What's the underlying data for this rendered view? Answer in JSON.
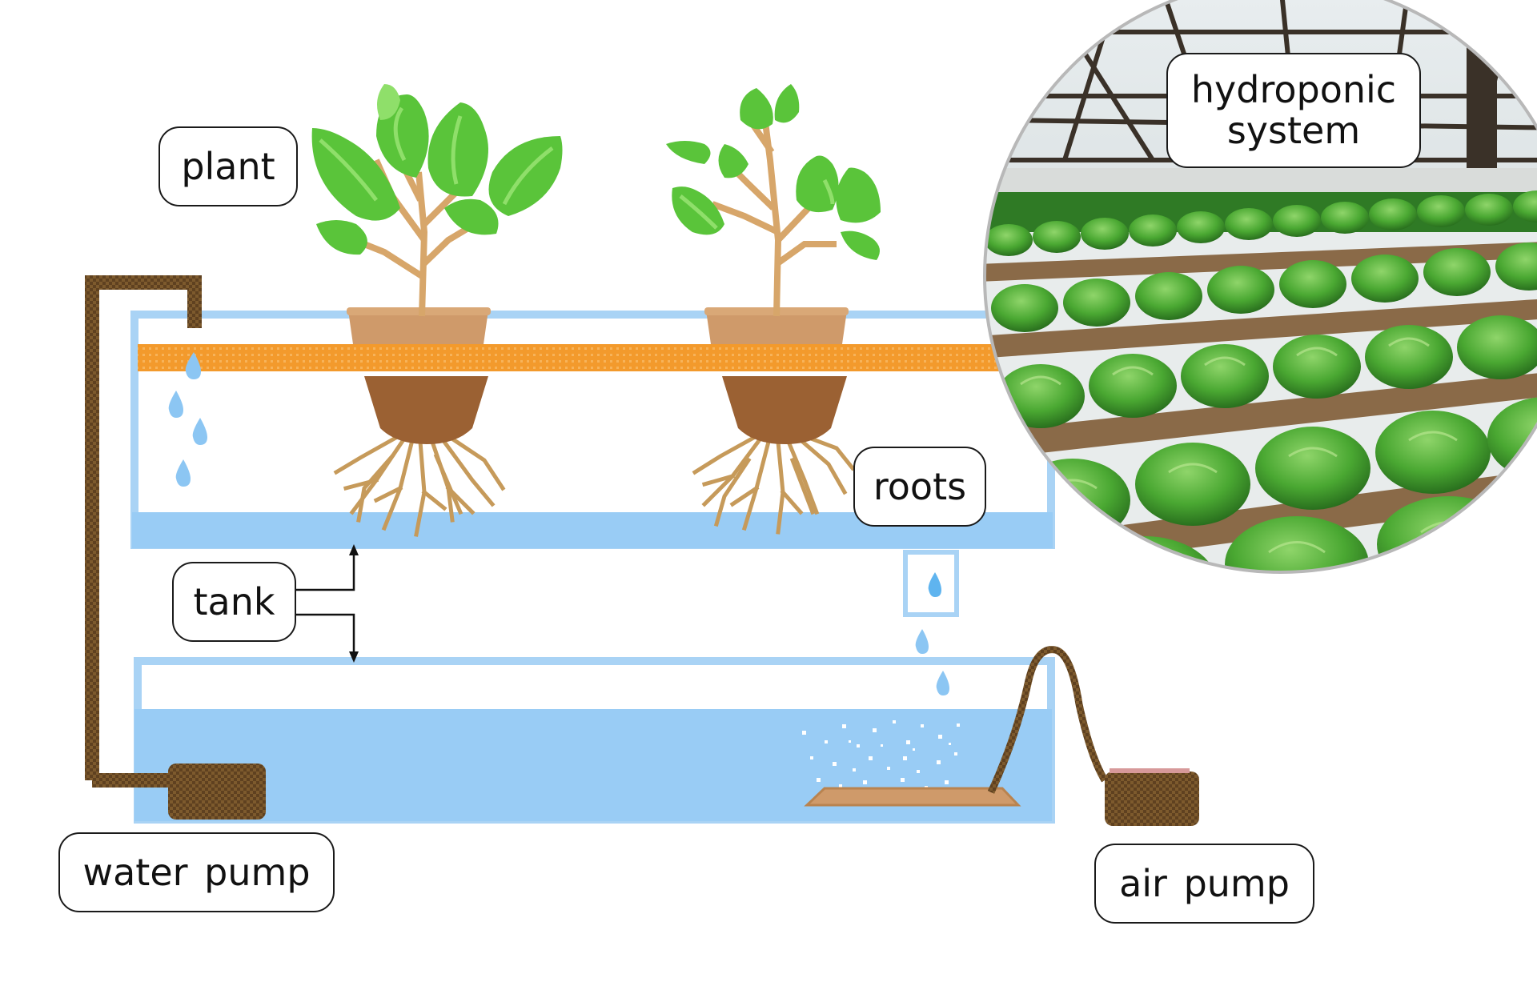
{
  "labels": {
    "plant": "plant",
    "roots": "roots",
    "tank": "tank",
    "water_pump": "water pump",
    "air_pump": "air pump",
    "hydroponic_system": "hydroponic\nsystem"
  },
  "colors": {
    "background": "#ffffff",
    "water": "#99ccf5",
    "tank_outline": "#a9d3f5",
    "drip_pipe": "#f39a2c",
    "pot": "#cf9a6a",
    "pot_dark": "#9b6133",
    "roots": "#c69a5a",
    "stem": "#d7a66a",
    "leaf": "#5ac43a",
    "leaf_light": "#8fdf6a",
    "pump_body": "#7d5a2d",
    "hose": "#7d5a2d",
    "airstone": "#cf9a6a",
    "label_border": "#1a1a1a",
    "label_text": "#111111",
    "lettuce": "#3d9a2a",
    "greenhouse_frame": "#3a3128"
  },
  "icons": {
    "plant_left": "potted-plant-icon",
    "plant_right": "potted-plant-icon",
    "water_pump": "water-pump-icon",
    "air_pump": "air-pump-icon",
    "photo": "greenhouse-lettuce-photo"
  }
}
